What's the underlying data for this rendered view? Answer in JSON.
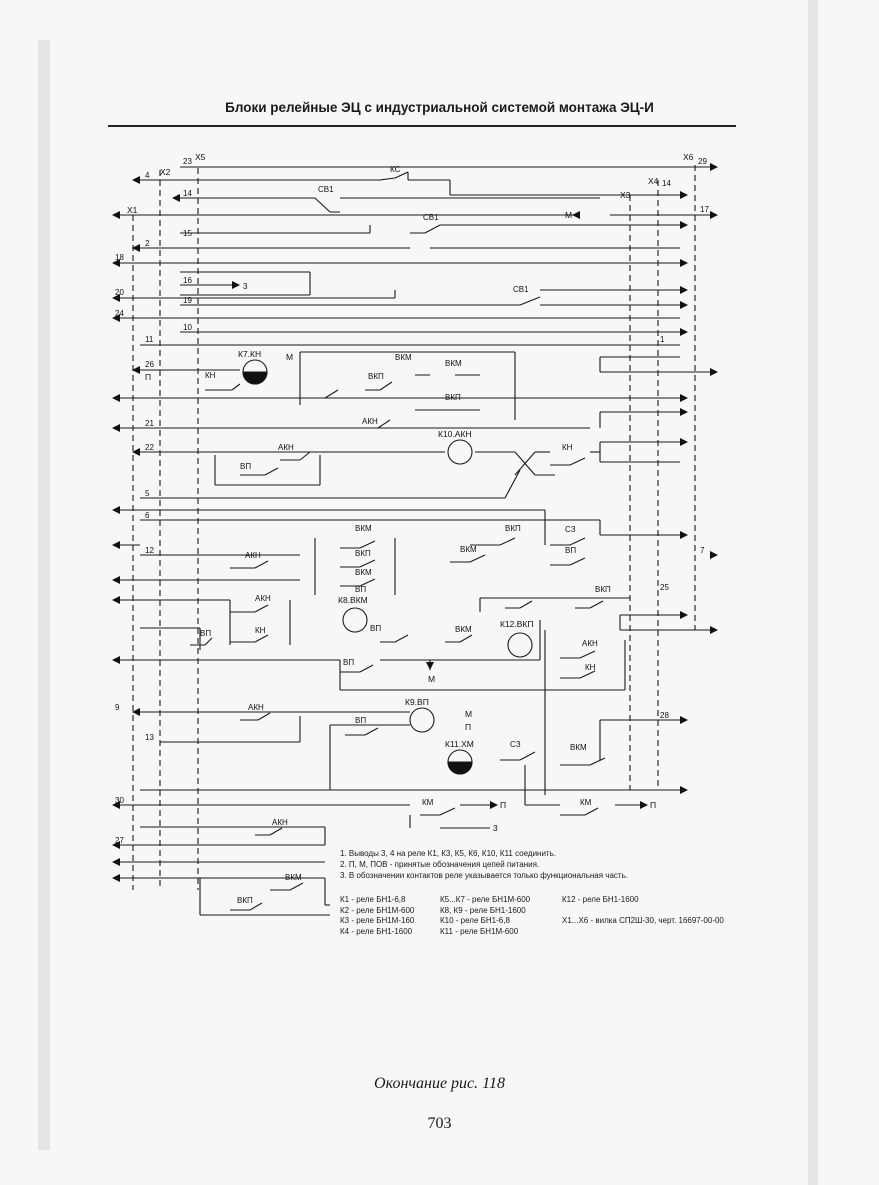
{
  "header": {
    "title": "Блоки релейные ЭЦ с индустриальной системой монтажа ЭЦ-И"
  },
  "connectors": {
    "x1": "X1",
    "x2": "X2",
    "x3": "X3",
    "x4": "X4",
    "x5": "X5",
    "x6": "X6"
  },
  "relays": {
    "k7": "К7.КН",
    "k8": "К8.ВКМ",
    "k9": "К9.ВП",
    "k10": "К10.АКН",
    "k11": "К11.ХМ",
    "k12": "К12.ВКП"
  },
  "contacts": [
    "КС",
    "СВ1",
    "СВ1",
    "СВ1",
    "ВКМ",
    "ВКМ",
    "ВКП",
    "ВКП",
    "КН",
    "АКН",
    "АКН",
    "ВП",
    "КН",
    "ВКМ",
    "ВКП",
    "ВКМ",
    "ВП",
    "СЗ",
    "ВКП",
    "ВКМ",
    "ВП",
    "АКН",
    "АКН",
    "КН",
    "ВП",
    "ВКМ",
    "ВКП",
    "КН",
    "АКН",
    "ВП",
    "ВП",
    "АКН",
    "ВП",
    "СЗ",
    "ВКМ",
    "КМ",
    "КМ",
    "АКН",
    "ВКМ",
    "ВКП"
  ],
  "wire_numbers": [
    "23",
    "29",
    "4",
    "14",
    "14",
    "17",
    "15",
    "2",
    "18",
    "16",
    "3",
    "20",
    "19",
    "24",
    "10",
    "11",
    "1",
    "26",
    "22",
    "21",
    "5",
    "6",
    "12",
    "7",
    "25",
    "27",
    "9",
    "13",
    "28",
    "30"
  ],
  "power_labels": {
    "m": "М",
    "p": "П",
    "three": "3"
  },
  "notes": [
    "1. Выводы 3, 4 на реле К1, К3, К5, К6, К10, К11 соединить.",
    "2. П, М, ПОВ - принятые обозначения цепей питания.",
    "3. В обозначении контактов реле указывается только функциональная часть."
  ],
  "legend": {
    "col1": [
      "К1 - реле БН1-6,8",
      "К2 - реле БН1М-600",
      "К3 - реле БН1М-160",
      "К4 - реле БН1-1600"
    ],
    "col2": [
      "К5...К7 - реле БН1М-600",
      "К8, К9 - реле БН1-1600",
      "К10 - реле БН1-6,8",
      "К11 - реле БН1М-600"
    ],
    "col3": [
      "К12 - реле БН1-1600",
      "",
      "Х1...Х6 - вилка СП2Ш-30, черт. 16697-00-00",
      ""
    ]
  },
  "caption": "Окончание рис. 118",
  "page_number": "703"
}
